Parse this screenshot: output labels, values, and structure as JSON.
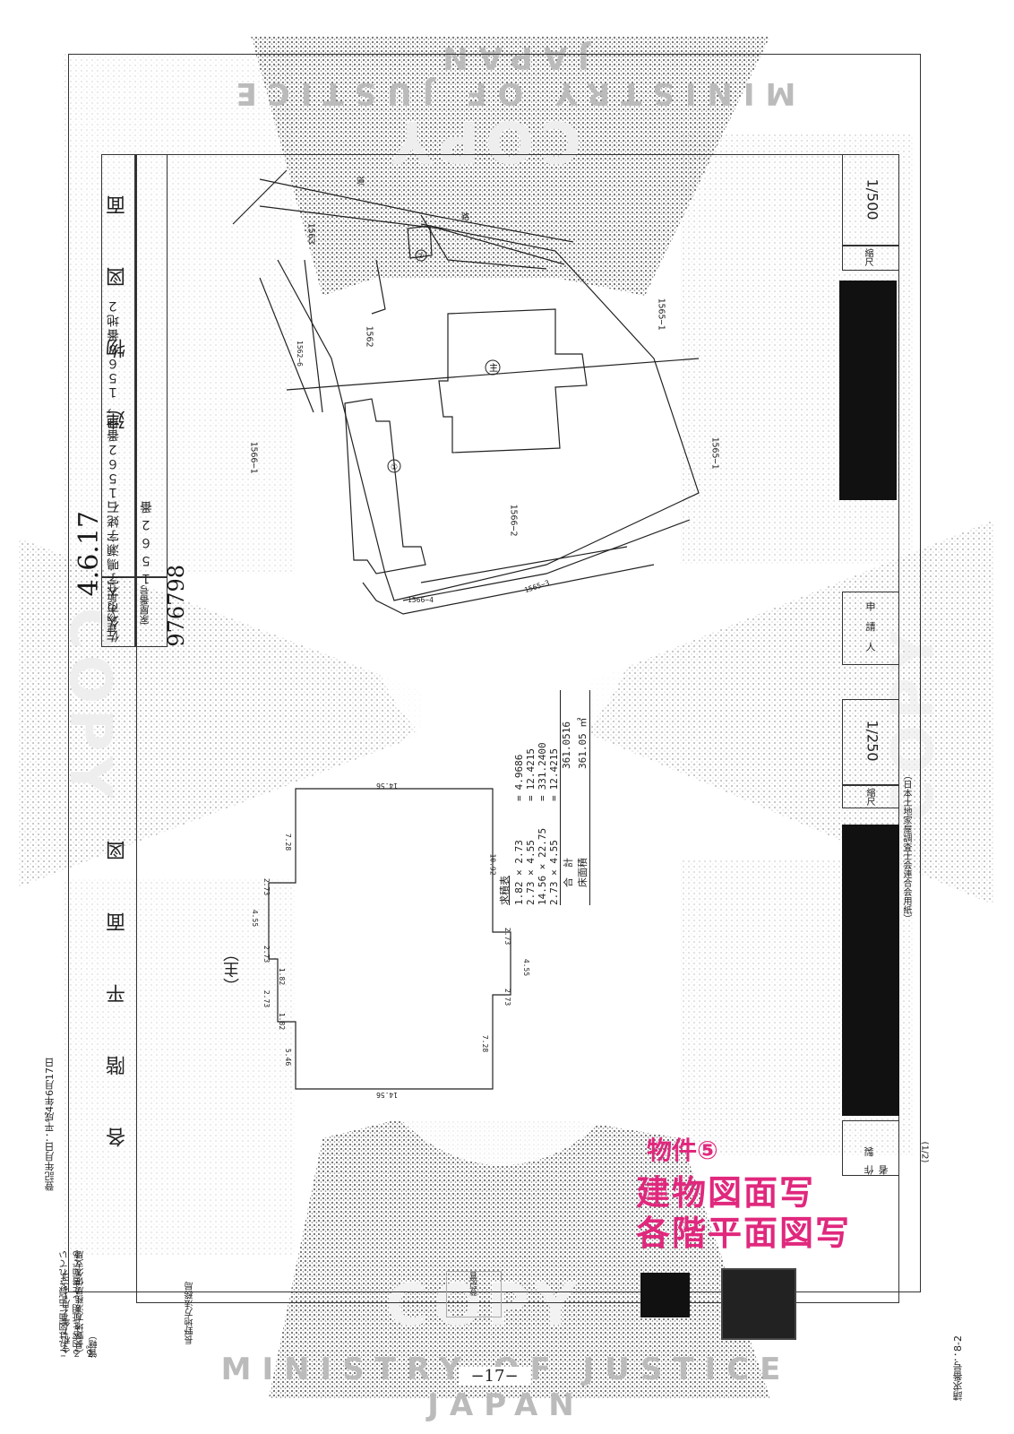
{
  "margin": {
    "registration_date": "登記年月日：平成4年6月17日",
    "certification": [
      "これは図面に記録されている内容を証明した書面である。",
      "（長野地方法務局佐久支局管轄）",
      "令和７年２月１３日",
      "長野地方法務局"
    ],
    "seal_text": "登記官",
    "request_number": "請求番号：8-2"
  },
  "watermarks": {
    "top": "MINISTRY OF JUSTICE JAPAN",
    "bottom": "MINISTRY OF JUSTICE JAPAN",
    "copy_top": "COPY",
    "copy_left": "COPY",
    "copy_right": "COPY",
    "copy_bottom": "COPY"
  },
  "header": {
    "handwritten_date": "4.6.17",
    "handwritten_number": "976798",
    "row1_label": "家屋番号",
    "row1_value": "１５６２番",
    "row2_label": "建物の所在",
    "row2_value": "佐久市大字鳴瀬字姥石１５６２番地，１５６６番地２"
  },
  "building_plan": {
    "title": "建　物　図　面",
    "scale_label": "縮尺",
    "scale_value": "1/500",
    "parcels": [
      "1562",
      "1563",
      "1565−1",
      "1565−1",
      "1566−1",
      "1566−2",
      "1562−6",
      "1565−3",
      "1566−4"
    ],
    "markers": [
      "主",
      "①",
      "②",
      "道",
      "路"
    ]
  },
  "floor_plan": {
    "title": "各　階　平　面　図",
    "scale_label": "縮尺",
    "scale_value": "1/250",
    "main_label": "（主）",
    "dims": [
      "14.56",
      "14.56",
      "7.28",
      "7.28",
      "10.92",
      "2.73",
      "4.55",
      "2.73",
      "2.73",
      "4.55",
      "2.73",
      "1.82",
      "2.73",
      "1.82",
      "5.46"
    ],
    "table_title": "求積表",
    "rows": [
      {
        "expr": "1.82 × 2.73",
        "eq": "=",
        "val": "4.9686"
      },
      {
        "expr": "2.73 × 4.55",
        "eq": "=",
        "val": "12.4215"
      },
      {
        "expr": "14.56 × 22.75",
        "eq": "=",
        "val": "331.2400"
      },
      {
        "expr": "2.73 × 4.55",
        "eq": "=",
        "val": "12.4215"
      }
    ],
    "total_label": "合　計",
    "total_value": "361.0516",
    "floor_area_label": "床面積",
    "floor_area_value": "361.05 ㎡"
  },
  "side": {
    "applicant_label": "申 請 人",
    "maker_label": "作 製 者",
    "form_note": "（日本土地家屋調査士会連合会用紙）",
    "page_label": "(1/2)"
  },
  "overlay": {
    "line1": "物件⑤",
    "line2": "建物図面写",
    "line3": "各階平面図写"
  },
  "footer": {
    "page_number": "−17−"
  },
  "colors": {
    "overlay_pink": "#e0287d",
    "redaction": "#111111",
    "ink": "#222222"
  }
}
